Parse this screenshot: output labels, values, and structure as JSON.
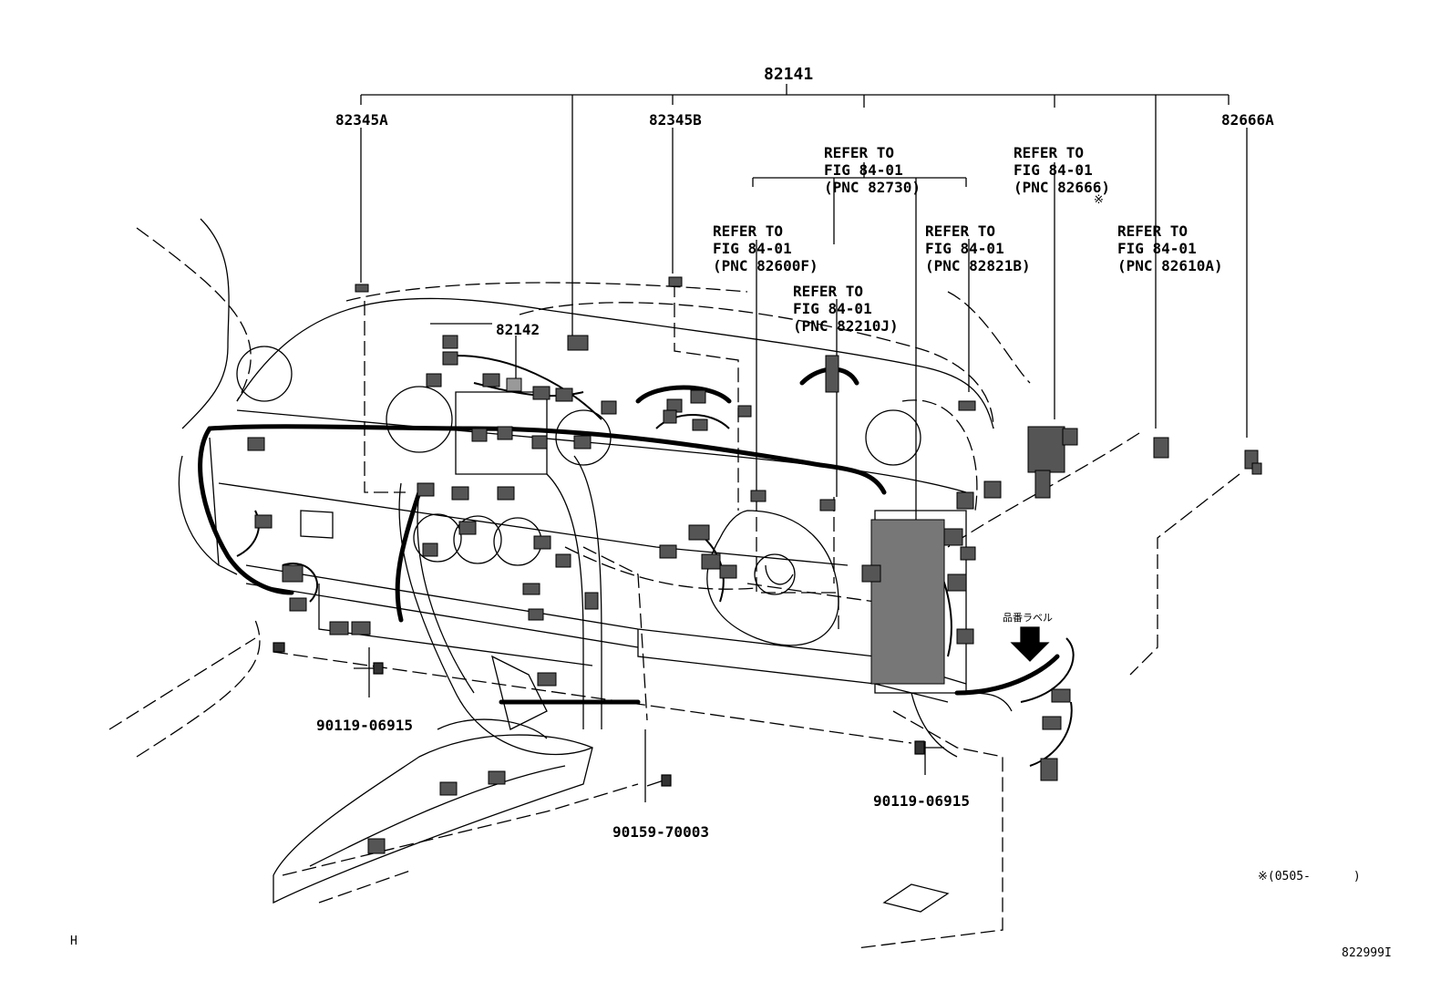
{
  "labels": {
    "main": "82141",
    "harness_sub": "82142",
    "clamp_a": "82345A",
    "clamp_b": "82345B",
    "bracket": "82666A",
    "bolt_left": "90119-06915",
    "bolt_right": "90119-06915",
    "bolt_center": "90159-70003",
    "date_note": "※(0505-      )",
    "fig_number": "822999I",
    "corner_mark": "H",
    "label_sticker": "品番ラベル",
    "star_mark": "※"
  },
  "refs": [
    {
      "line1": "REFER TO",
      "line2": "FIG 84-01",
      "line3": "(PNC 82730)"
    },
    {
      "line1": "REFER TO",
      "line2": "FIG 84-01",
      "line3": "(PNC 82666)"
    },
    {
      "line1": "REFER TO",
      "line2": "FIG 84-01",
      "line3": "(PNC 82600F)"
    },
    {
      "line1": "REFER TO",
      "line2": "FIG 84-01",
      "line3": "(PNC 82821B)"
    },
    {
      "line1": "REFER TO",
      "line2": "FIG 84-01",
      "line3": "(PNC 82610A)"
    },
    {
      "line1": "REFER TO",
      "line2": "FIG 84-01",
      "line3": "(PNC 82210J)"
    }
  ]
}
